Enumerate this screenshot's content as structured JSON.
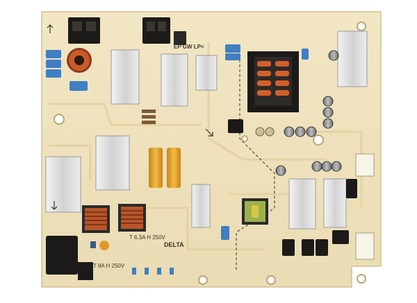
{
  "board": {
    "silkscreen": {
      "connector_label": "EP GW LP<",
      "fuse_top": "T 6.3A H 250V",
      "fuse_bottom": "T 8A H 250V",
      "logo": "DELTA"
    }
  },
  "colors": {
    "board": "#efe2bd",
    "board_edge": "#d9c79b",
    "trace": "#e6d6aa",
    "silkscreen": "#3a3222",
    "capacitor_blue": "#3f7fc2",
    "capacitor_orange": "#e2a12d",
    "transformer_copper": "#c95a2a",
    "inductor_copper": "#b8552a",
    "black_part": "#1c1a18",
    "heatsink": "#d7d7d7",
    "ferrite": "#2a2a2a",
    "green_transformer": "#9bb24a"
  }
}
